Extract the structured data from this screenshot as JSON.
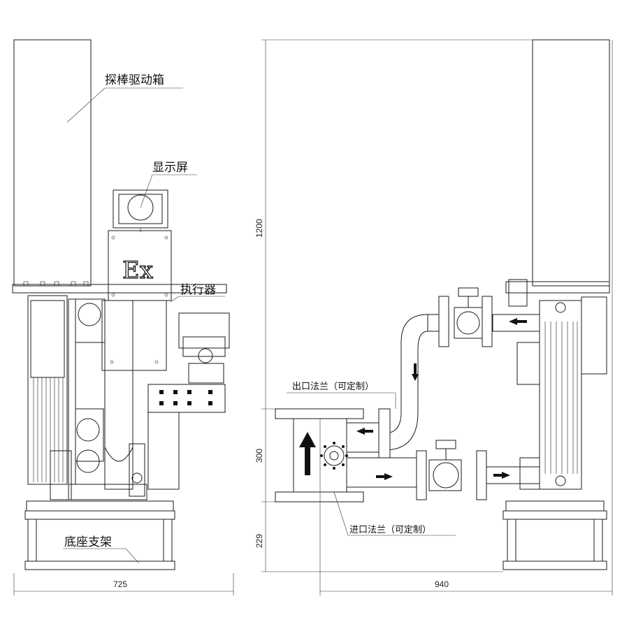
{
  "labels": {
    "probe_drive_box": "探棒驱动箱",
    "display_screen": "显示屏",
    "actuator": "执行器",
    "base_support": "底座支架",
    "outlet_flange": "出口法兰（可定制）",
    "inlet_flange": "进口法兰（可定制）",
    "ex_mark": "Ex"
  },
  "dimensions": {
    "front_width": "725",
    "side_width": "940",
    "total_height": "1200",
    "flange_height": "300",
    "base_height": "229"
  }
}
